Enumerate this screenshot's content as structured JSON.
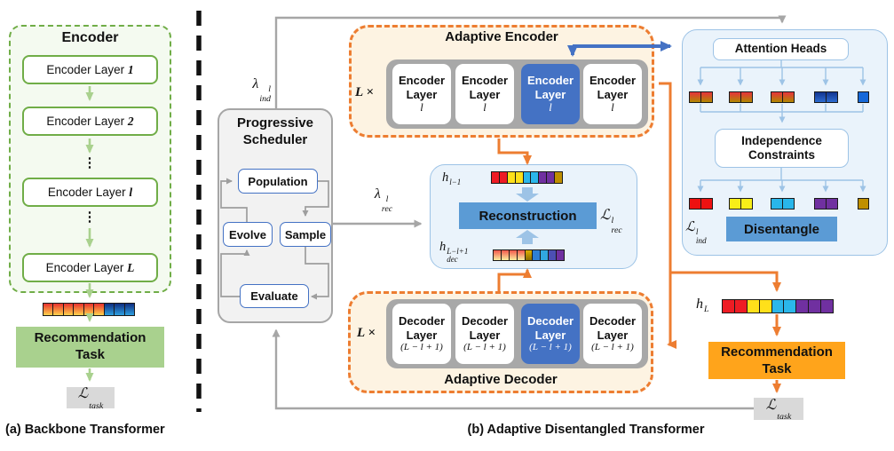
{
  "figure": {
    "caption_a": "(a) Backbone Transformer",
    "caption_b": "(b) Adaptive Disentangled Transformer"
  },
  "colors": {
    "green_accent": "#70AD47",
    "green_fill": "#A9D18E",
    "orange_accent": "#ED7D31",
    "task_orange": "#FFA41B",
    "blue_accent": "#4472C4",
    "panel_blue_fill": "#EAF3FB",
    "panel_blue_border": "#9DC3E6",
    "box_blue": "#5B9BD5",
    "gray_line": "#A6A6A6",
    "loss_box_gray": "#D9D9D9"
  },
  "backbone": {
    "encoder_title": "Encoder",
    "dots": "⋮",
    "layers": [
      {
        "prefix": "Encoder Layer",
        "var": "1"
      },
      {
        "prefix": "Encoder Layer",
        "var": "2"
      },
      {
        "prefix": "Encoder Layer",
        "var": "l"
      },
      {
        "prefix": "Encoder Layer",
        "var": "L"
      }
    ],
    "task": {
      "line1": "Recommendation",
      "line2": "Task"
    },
    "loss_task": {
      "base": "ℒ",
      "sup": "",
      "sub": "task"
    },
    "output_bar": [
      "#E8302E|#FFD24D",
      "#E8302E|#FFD24D",
      "#E8302E|#FFD24D",
      "#E8302E|#FFD24D",
      "#E8302E|#FFD24D",
      "#E8302E|#FFD24D",
      "#0F2C80|#2FA0E0",
      "#0F2C80|#2FA0E0",
      "#0F2C80|#2FA0E0"
    ]
  },
  "scheduler": {
    "title_line1": "Progressive",
    "title_line2": "Scheduler",
    "population": "Population",
    "evolve": "Evolve",
    "sample": "Sample",
    "evaluate": "Evaluate",
    "lambda_ind": {
      "base": "λ",
      "sup": "l",
      "sub": "ind"
    },
    "lambda_rec": {
      "base": "λ",
      "sup": "l",
      "sub": "rec"
    }
  },
  "adaptive_encoder": {
    "title": "Adaptive Encoder",
    "multiplier": "L ×",
    "highlighted_index": 2,
    "layers": [
      {
        "line1": "Encoder",
        "line2": "Layer",
        "var": "l"
      },
      {
        "line1": "Encoder",
        "line2": "Layer",
        "var": "l"
      },
      {
        "line1": "Encoder",
        "line2": "Layer",
        "var": "l"
      },
      {
        "line1": "Encoder",
        "line2": "Layer",
        "var": "l"
      }
    ]
  },
  "adaptive_decoder": {
    "title": "Adaptive Decoder",
    "multiplier": "L ×",
    "highlighted_index": 2,
    "layers": [
      {
        "line1": "Decoder",
        "line2": "Layer",
        "var": "(L − l + 1)"
      },
      {
        "line1": "Decoder",
        "line2": "Layer",
        "var": "(L − l + 1)"
      },
      {
        "line1": "Decoder",
        "line2": "Layer",
        "var": "(L − l + 1)"
      },
      {
        "line1": "Decoder",
        "line2": "Layer",
        "var": "(L − l + 1)"
      }
    ]
  },
  "reconstruction": {
    "label": "Reconstruction",
    "h_in": {
      "base": "h",
      "sup": "l−1",
      "sub": ""
    },
    "h_dec": {
      "base": "h",
      "sup": "L−l+1",
      "sub": "dec"
    },
    "loss_rec": {
      "base": "ℒ",
      "sup": "l",
      "sub": "rec"
    },
    "bar_top": [
      "#EE1C24",
      "#EE1C24",
      "#FFE01A",
      "#FFE01A",
      "#2BB7EA",
      "#2BB7EA",
      "#7030A0",
      "#7030A0",
      "#BF8F00"
    ],
    "bar_bottom": [
      "#F2574D|#FBEF9E",
      "#F2574D|#FBEF9E",
      "#F2574D|#FBEF9E",
      "#F2574D|#FBEF9E",
      "#E0B000|#8A6D00",
      "#2E7FD6",
      "#31A8E0",
      "#4C4FB4",
      "#7030A0"
    ]
  },
  "disentangle_panel": {
    "attention_heads": "Attention Heads",
    "independence_line1": "Independence",
    "independence_line2": "Constraints",
    "disentangle": "Disentangle",
    "loss_ind": {
      "base": "ℒ",
      "sup": "l",
      "sub": "ind"
    },
    "head_bars": [
      [
        "#E8333C|#B08900",
        "#E8333C|#B08900"
      ],
      [
        "#E8333C|#B08900",
        "#E8333C|#B08900"
      ],
      [
        "#E8333C|#B08900",
        "#E8333C|#B08900"
      ],
      [
        "#12348F|#2E6BD0",
        "#12348F|#2E6BD0"
      ],
      [
        "#1668D8"
      ]
    ],
    "factor_bars": [
      [
        "#EE1111",
        "#EE1111"
      ],
      [
        "#F8EE18",
        "#F8EE18"
      ],
      [
        "#29B6EA",
        "#29B6EA"
      ],
      [
        "#7030A0",
        "#7030A0"
      ],
      [
        "#BF8F00"
      ]
    ]
  },
  "output": {
    "h_L": {
      "base": "h",
      "sup": "L",
      "sub": ""
    },
    "bar": [
      "#EE1C24",
      "#EE1C24",
      "#FFE01A",
      "#FFE01A",
      "#2BB7EA",
      "#2BB7EA",
      "#7030A0",
      "#7030A0",
      "#7030A0"
    ],
    "task": {
      "line1": "Recommendation",
      "line2": "Task"
    },
    "loss_task": {
      "base": "ℒ",
      "sup": "",
      "sub": "task"
    }
  }
}
